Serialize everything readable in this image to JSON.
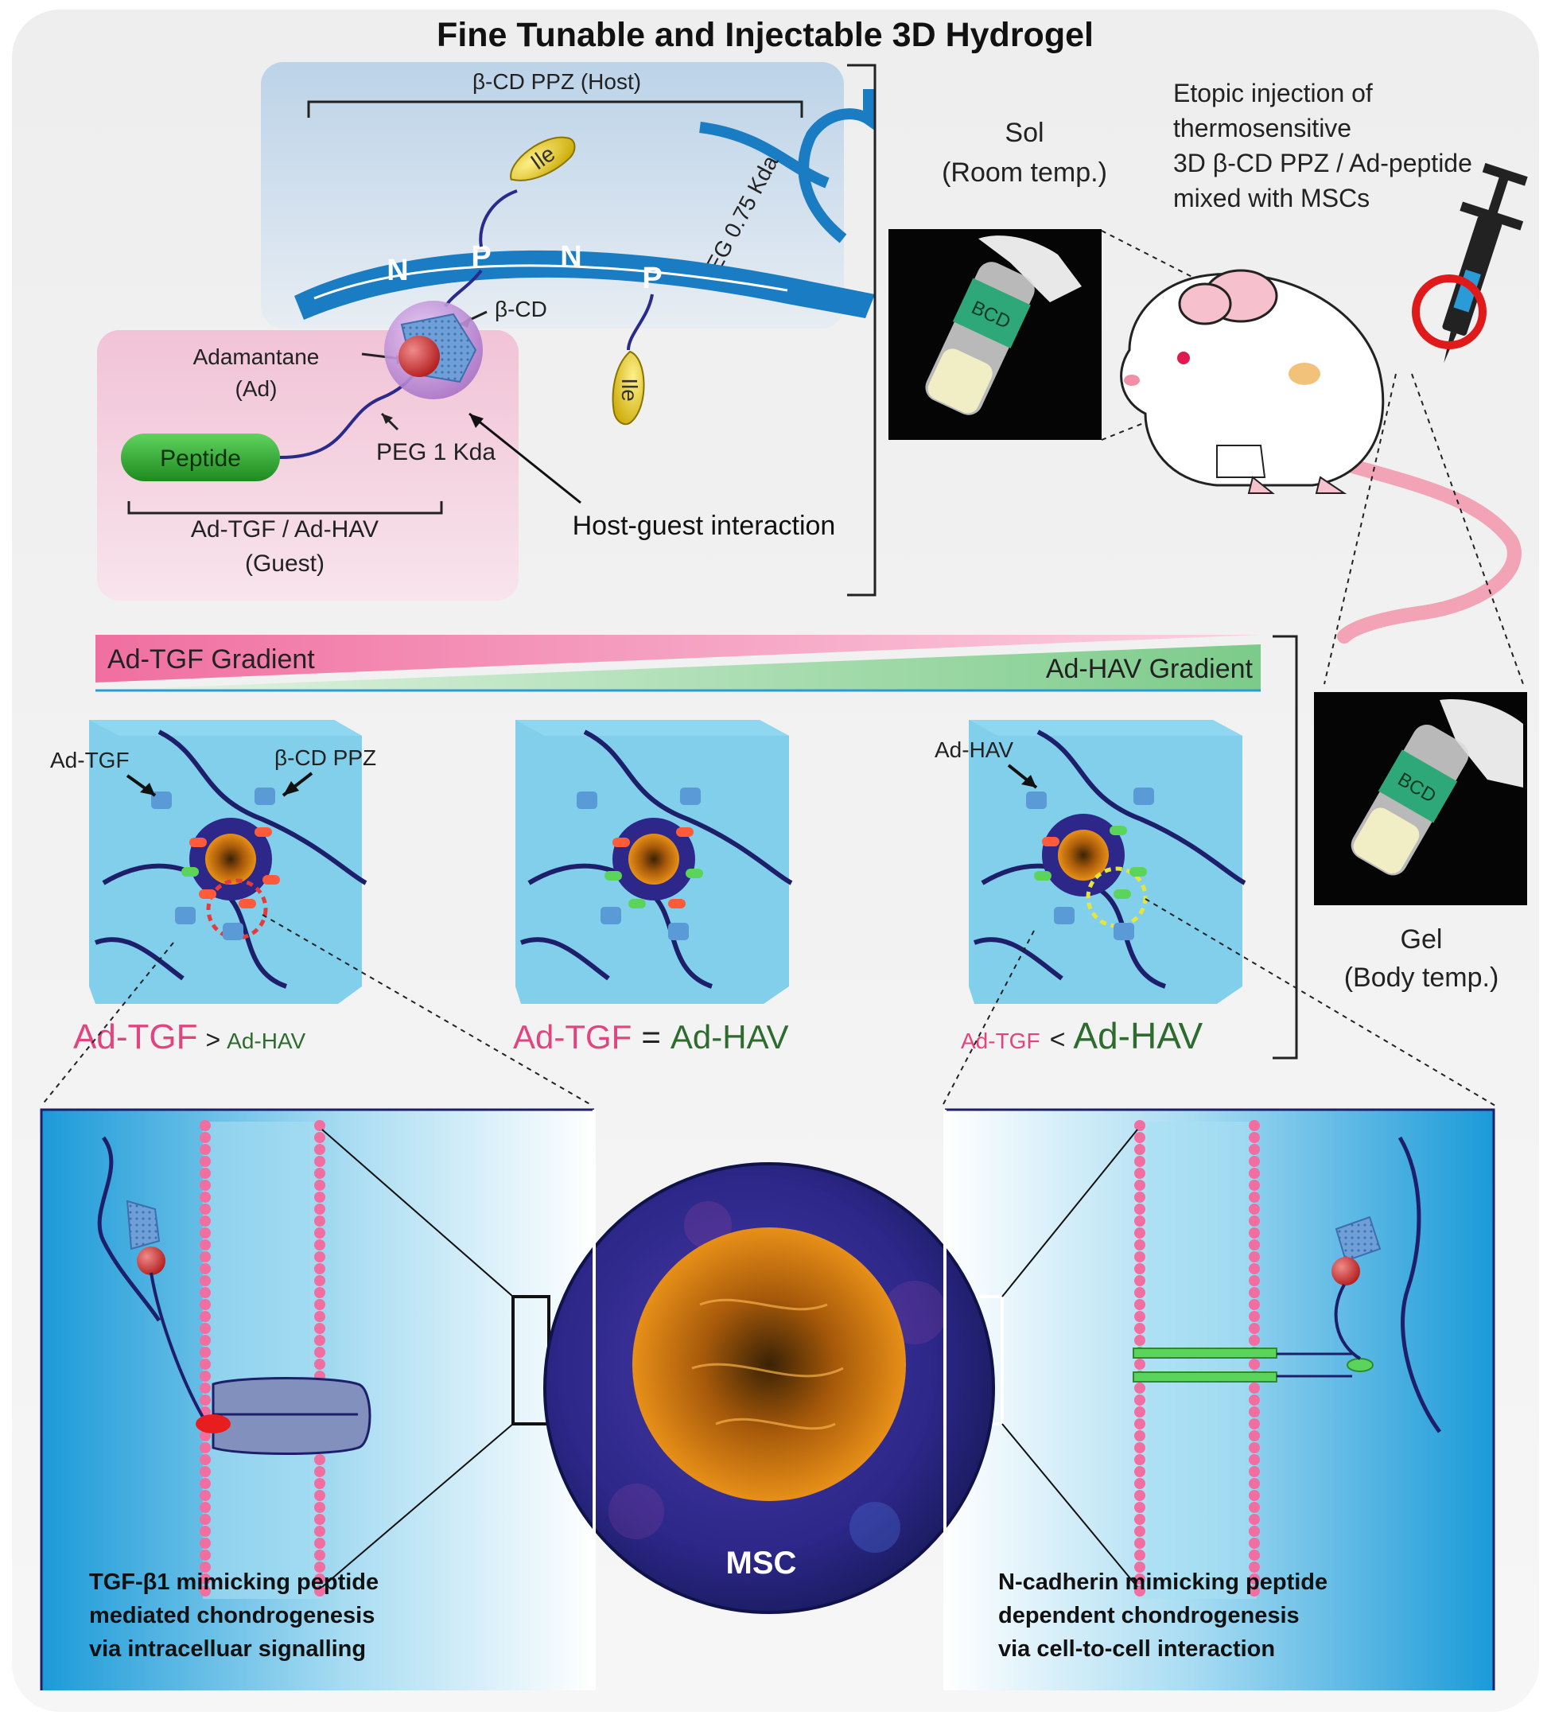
{
  "title": "Fine Tunable and Injectable 3D Hydrogel",
  "host": {
    "bracket_label": "β-CD PPZ (Host)",
    "backbone_letters": [
      "N",
      "P",
      "N",
      "P"
    ],
    "ile_label": "Ile",
    "peg_label": "PEG 0.75 Kda",
    "bcd_label": "β-CD"
  },
  "guest": {
    "adamantane_label": "Adamantane",
    "ad_label": "(Ad)",
    "peg_label": "PEG 1 Kda",
    "peptide_label": "Peptide",
    "bracket_label": "Ad-TGF / Ad-HAV",
    "guest_label": "(Guest)"
  },
  "interaction_label": "Host-guest interaction",
  "sol": {
    "label": "Sol",
    "temp": "(Room temp.)",
    "vial_text": "BCD"
  },
  "injection": {
    "lines": [
      "Etopic injection of",
      "thermosensitive",
      "3D β-CD PPZ / Ad-peptide",
      "mixed with MSCs"
    ]
  },
  "gel": {
    "label": "Gel",
    "temp": "(Body temp.)",
    "vial_text": "BCD"
  },
  "gradients": {
    "tgf": "Ad-TGF Gradient",
    "hav": "Ad-HAV Gradient"
  },
  "panels": {
    "left": {
      "ad_tgf": "Ad-TGF",
      "bcd_ppz": "β-CD PPZ"
    },
    "right": {
      "ad_hav": "Ad-HAV"
    }
  },
  "ratios": {
    "left": {
      "a": "Ad-TGF",
      "op": ">",
      "b": "Ad-HAV"
    },
    "middle": {
      "a": "Ad-TGF",
      "op": "=",
      "b": "Ad-HAV"
    },
    "right": {
      "a": "Ad-TGF",
      "op": "<",
      "b": "Ad-HAV"
    }
  },
  "msc_label": "MSC",
  "captions": {
    "left": [
      "TGF-β1 mimicking peptide",
      "mediated chondrogenesis",
      "via intracelluar signalling"
    ],
    "right": [
      "N-cadherin mimicking peptide",
      "dependent chondrogenesis",
      "via cell-to-cell interaction"
    ]
  },
  "colors": {
    "pink": "#e0457f",
    "green": "#2e6b2e",
    "navy": "#1e1f6b",
    "backbone": "#1a7cc2",
    "panel_blue": "#5cc3ea"
  }
}
